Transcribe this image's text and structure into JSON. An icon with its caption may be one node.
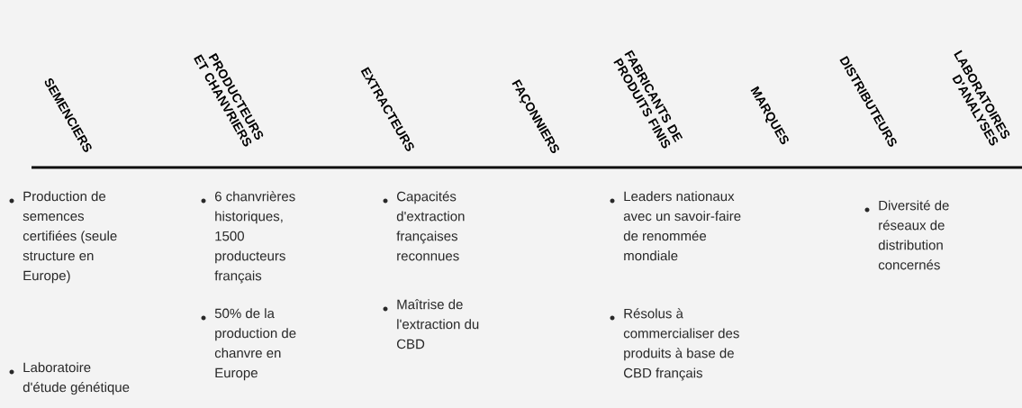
{
  "diagram": {
    "labels": [
      "SEMENCIERS",
      "PRODUCTEURS ET CHANVRIERS",
      "EXTRACTEURS",
      "FAÇONNIERS",
      "FABRICANTS DE PRODUITS FINIS",
      "MARQUES",
      "DISTRIBUTEURS",
      "LABORATOIRES D'ANALYSES",
      "Production de semences certifiées (seule structure en Europe)",
      "Laboratoire d'étude génétique",
      "6 chanvrières historiques, 1500 producteurs français",
      "50% de la production de chanvre en Europe",
      "Capacités d'extraction françaises reconnues",
      "Maîtrise de l'extraction du CBD",
      "Leaders nationaux avec un savoir-faire de renommée mondiale",
      "Résolus à commercialiser des produits à base de CBD français",
      "Diversité de réseaux de distribution concernés"
    ]
  }
}
